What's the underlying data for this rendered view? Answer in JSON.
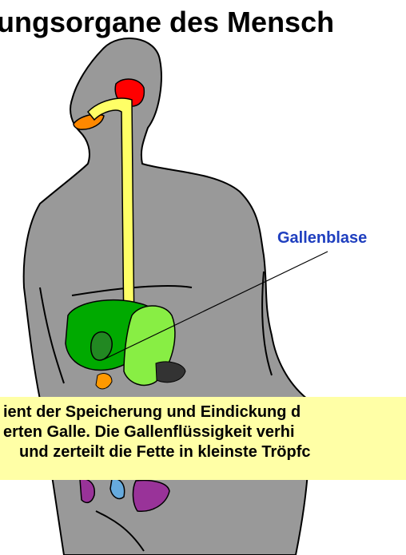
{
  "title": "ungsorgane des Mensch",
  "label": "Gallenblase",
  "description": {
    "line1": "ient der Speicherung und Eindickung d",
    "line2": "erten Galle. Die Gallenflüssigkeit verhi",
    "line3": "und zerteilt die Fette in kleinste Tröpfc"
  },
  "colors": {
    "body": "#999999",
    "esophagus": "#ffff66",
    "liver": "#00aa00",
    "stomach": "#88ee44",
    "gallbladder": "#228822",
    "salivary_gland": "#ff0000",
    "tongue": "#ff8800",
    "intestine": "#993399",
    "highlight_box": "#ffffa6",
    "label": "#1f3fbf"
  }
}
